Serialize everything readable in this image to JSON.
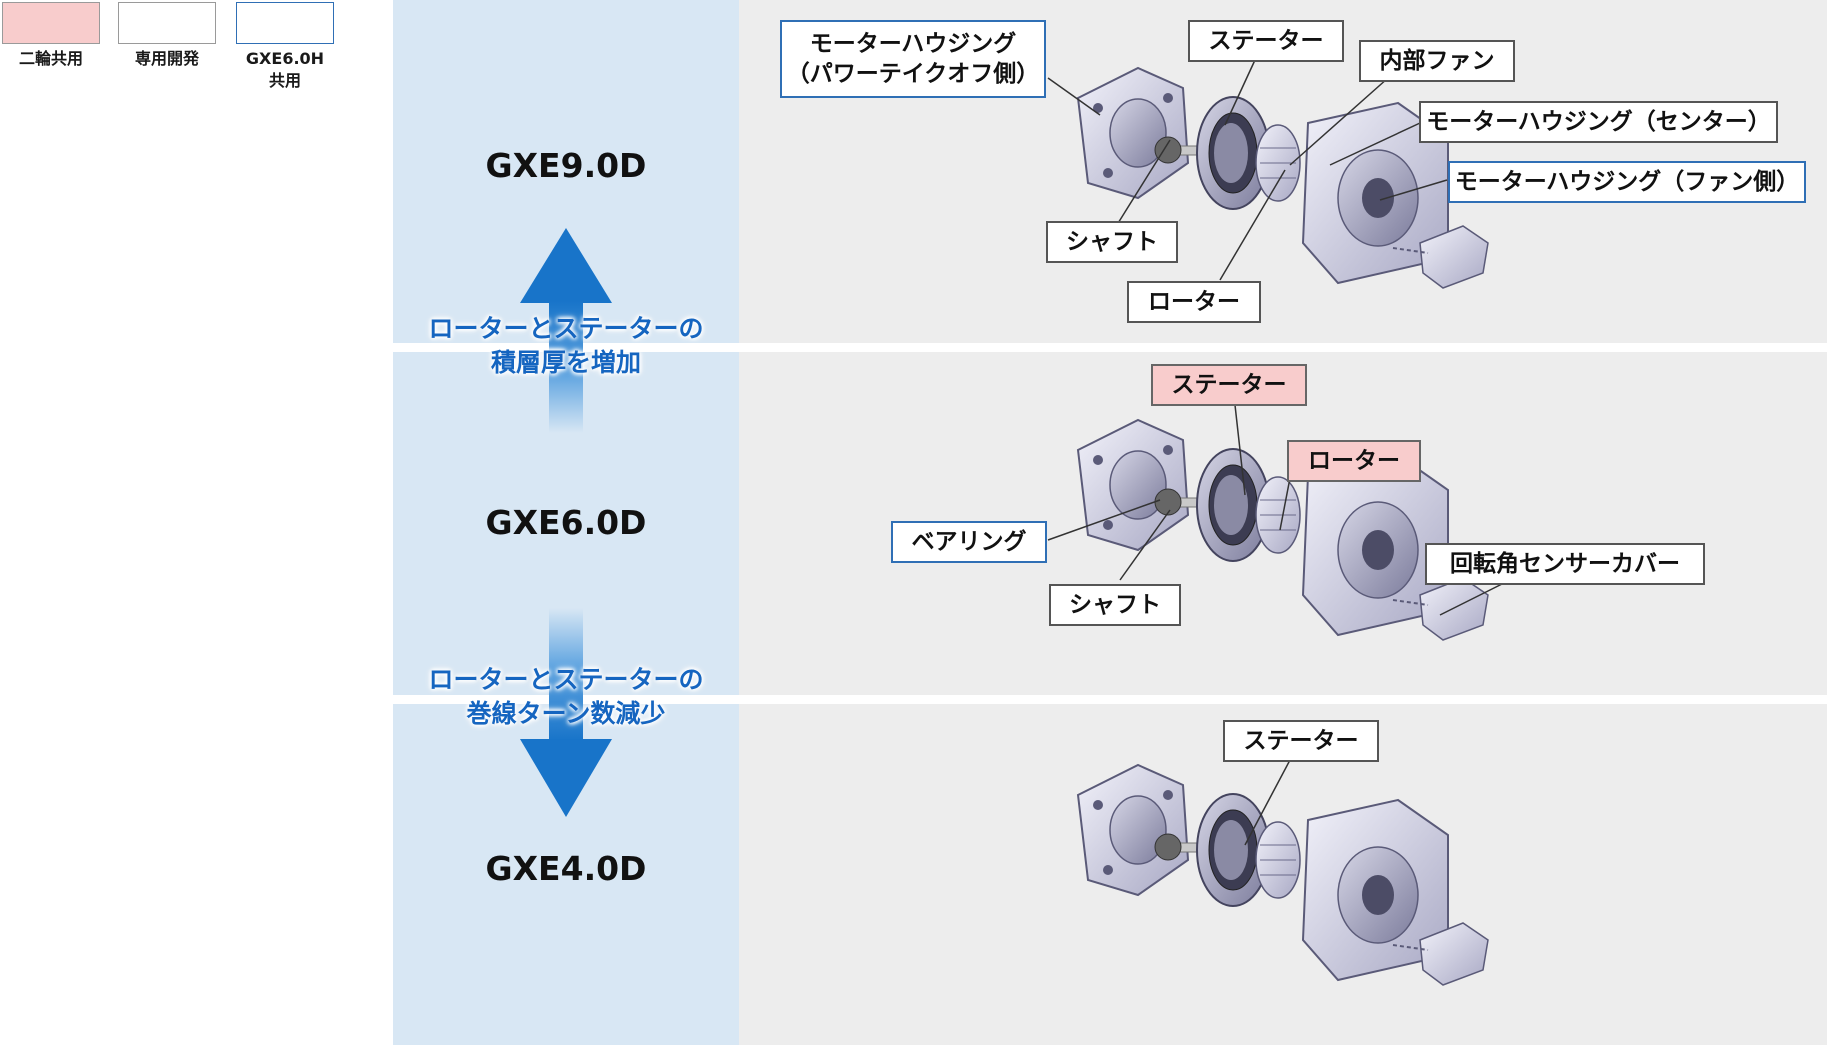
{
  "legend": [
    {
      "label": "二輪共用",
      "fill": "#f8cccc",
      "border": "#9a9a9a"
    },
    {
      "label": "専用開発",
      "fill": "#ffffff",
      "border": "#9a9a9a"
    },
    {
      "label": "GXE6.0H\n共用",
      "fill": "#ffffff",
      "border": "#2f6fb5"
    }
  ],
  "models": {
    "top": "GXE9.0D",
    "middle": "GXE6.0D",
    "bottom": "GXE4.0D"
  },
  "changes": {
    "up": "ローターとステーターの\n積層厚を増加",
    "down": "ローターとステーターの\n巻線ターン数減少"
  },
  "callouts_top": {
    "housing_pto": "モーターハウジング\n（パワーテイクオフ側）",
    "stator": "ステーター",
    "internal_fan": "内部ファン",
    "housing_center": "モーターハウジング（センター）",
    "housing_fan": "モーターハウジング（ファン側）",
    "shaft": "シャフト",
    "rotor": "ローター"
  },
  "callouts_middle": {
    "stator": "ステーター",
    "rotor": "ローター",
    "bearing": "ベアリング",
    "shaft": "シャフト",
    "sensor_cover": "回転角センサーカバー"
  },
  "callouts_bottom": {
    "stator": "ステーター"
  },
  "colors": {
    "blue_column": "#d8e7f4",
    "gray_band": "#ededed",
    "accent_blue": "#1565c0",
    "shared_pink": "#f8cccc",
    "gxe60h_border": "#2f6fb5"
  }
}
